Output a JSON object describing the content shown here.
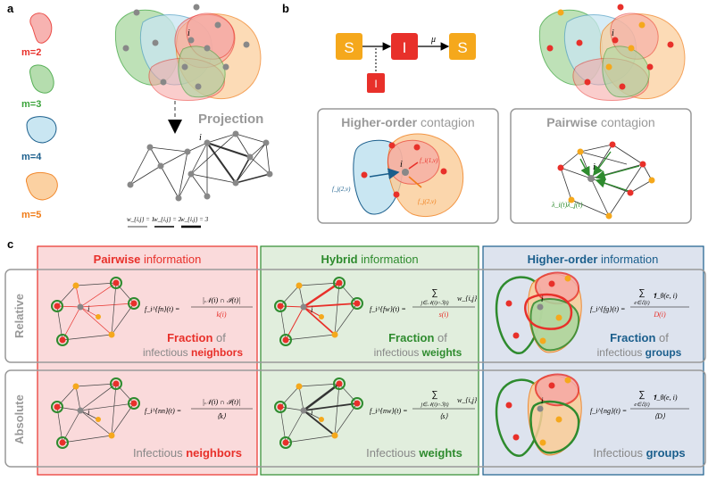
{
  "panels": {
    "a": "a",
    "b": "b",
    "c": "c"
  },
  "legend": [
    {
      "label": "m=2",
      "color": "#e8302a"
    },
    {
      "label": "m=3",
      "color": "#3aa33a"
    },
    {
      "label": "m=4",
      "color": "#1a5e8c"
    },
    {
      "label": "m=5",
      "color": "#f07c17"
    }
  ],
  "panel_a": {
    "projection_label": "Projection",
    "node_label": "i",
    "weights": [
      "w_{i,j} = 1",
      "w_{i,j} = 2",
      "w_{i,j} = 3"
    ]
  },
  "panel_b": {
    "sis": {
      "s1": "S",
      "i": "I",
      "s2": "S",
      "mu": "μ",
      "infector": "I"
    },
    "higher_order": {
      "bold": "Higher-order",
      "rest": " contagion",
      "f1": "f_i(1,ν)",
      "f2": "f_j(2,ν)",
      "f3": "f_j(2,ν)",
      "node": "i"
    },
    "pairwise": {
      "bold": "Pairwise",
      "rest": " contagion",
      "rate": "λ_i(t)λ_j(t)",
      "node": "i"
    }
  },
  "panel_c": {
    "columns": [
      {
        "bold": "Pairwise",
        "rest": " information",
        "color": "#e8302a"
      },
      {
        "bold": "Hybrid",
        "rest": " information",
        "color": "#2e8b2e"
      },
      {
        "bold": "Higher-order",
        "rest": " information",
        "color": "#1a5e8c"
      }
    ],
    "rows": [
      "Relative",
      "Absolute"
    ],
    "captions": {
      "relative": [
        {
          "bold": "Fraction",
          "mid": " of",
          "line2": "infectious ",
          "bold2": "neighbors"
        },
        {
          "bold": "Fraction",
          "mid": " of",
          "line2": "infectious ",
          "bold2": "weights"
        },
        {
          "bold": "Fraction",
          "mid": " of",
          "line2": "infectious ",
          "bold2": "groups"
        }
      ],
      "absolute": [
        {
          "line2": "Infectious ",
          "bold2": "neighbors"
        },
        {
          "line2": "Infectious ",
          "bold2": "weights"
        },
        {
          "line2": "Infectious ",
          "bold2": "groups"
        }
      ]
    },
    "formulas": {
      "pr_lhs": "f_i^{fn}(t) =",
      "pr_num": "|𝒩(i) ∩ ℐ(t)|",
      "pr_den": "k(i)",
      "hr_lhs": "f_i^{fw}(t) =",
      "hr_sum": "∑",
      "hr_sub": "j∈𝒩(i)∩ℐ(t)",
      "hr_w": "w_{i,j}",
      "hr_den": "s(i)",
      "gr_lhs": "f_i^{fg}(t) =",
      "gr_sum": "∑",
      "gr_sub": "e∈ℰ(i)",
      "gr_ind": "𝟏_θ(e, i)",
      "gr_den": "D(i)",
      "pa_lhs": "f_i^{nn}(t) =",
      "pa_num": "|𝒩(i) ∩ ℐ(t)|",
      "pa_den": "⟨k⟩",
      "ha_lhs": "f_i^{nw}(t) =",
      "ha_sum": "∑",
      "ha_sub": "j∈𝒩(i)∩ℐ(t)",
      "ha_w": "w_{i,j}",
      "ha_den": "⟨s⟩",
      "ga_lhs": "f_i^{ng}(t) =",
      "ga_sum": "∑",
      "ga_sub": "e∈ℰ(i)",
      "ga_ind": "𝟏_θ(e, i)",
      "ga_den": "⟨D⟩"
    },
    "node_label": "i"
  }
}
